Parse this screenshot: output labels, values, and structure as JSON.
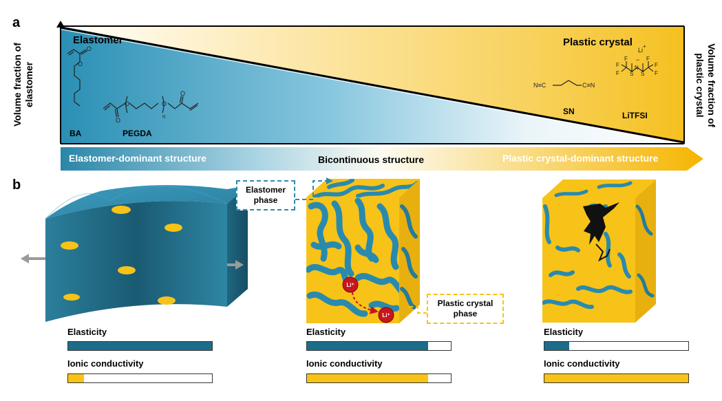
{
  "panel_a": {
    "label": "a",
    "elastomer_title": "Elastomer",
    "plastic_crystal_title": "Plastic crystal",
    "left_axis": [
      "Volume fraction of",
      "elastomer"
    ],
    "right_axis": [
      "Volume fraction of",
      "plastic crystal"
    ],
    "molecules": {
      "ba": "BA",
      "pegda": "PEGDA",
      "pegda_subscript": "n",
      "sn": "SN",
      "litfsi": "LiTFSI",
      "sn_left": "N≡C",
      "sn_right": "C≡N",
      "li": "Li",
      "li_charge": "+",
      "n_charge": "−",
      "n_atom": "N",
      "s": "S",
      "f": "F",
      "c": "C",
      "o": "O"
    },
    "structure_arrow": {
      "left": "Elastomer-dominant structure",
      "middle": "Bicontinuous structure",
      "right": "Plastic crystal-dominant structure"
    }
  },
  "panel_b": {
    "label": "b",
    "elastomer_phase_label": [
      "Elastomer",
      "phase"
    ],
    "plastic_phase_label": [
      "Plastic crystal",
      "phase"
    ],
    "li_ion": "Li⁺",
    "blocks": [
      {
        "name": "elastomer-dominant",
        "elasticity_label": "Elasticity",
        "conductivity_label": "Ionic conductivity",
        "elasticity": 1.0,
        "conductivity": 0.11
      },
      {
        "name": "bicontinuous",
        "elasticity_label": "Elasticity",
        "conductivity_label": "Ionic conductivity",
        "elasticity": 0.84,
        "conductivity": 0.84
      },
      {
        "name": "plastic-crystal-dominant",
        "elasticity_label": "Elasticity",
        "conductivity_label": "Ionic conductivity",
        "elasticity": 0.17,
        "conductivity": 1.0
      }
    ]
  },
  "colors": {
    "elastomer_blue": "#2a8aae",
    "dark_teal": "#1d6d8a",
    "plastic_yellow": "#f7c318",
    "arrow_orange": "#f5b700",
    "crack": "#111111",
    "li_red": "#c8161d"
  }
}
